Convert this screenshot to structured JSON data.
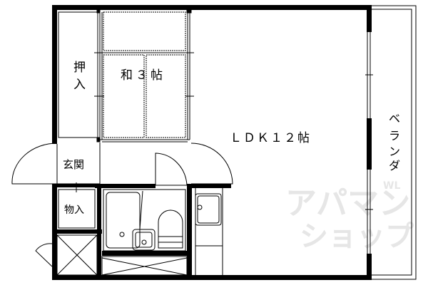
{
  "floorplan": {
    "rooms": {
      "oshiire": {
        "label_line1": "押",
        "label_line2": "入"
      },
      "washitsu": {
        "label": "和３帖"
      },
      "ldk": {
        "label": "ＬＤＫ１２帖"
      },
      "genkan": {
        "label": "玄関"
      },
      "monoire": {
        "label": "物入"
      },
      "veranda": {
        "label_chars": [
          "ベ",
          "ラ",
          "ン",
          "ダ"
        ]
      }
    },
    "watermark": {
      "line1": "アパマン",
      "line2": "ショップ",
      "superscript": "WL"
    },
    "colors": {
      "wall": "#000000",
      "background": "#ffffff",
      "watermark": "#e6e6e6"
    }
  }
}
